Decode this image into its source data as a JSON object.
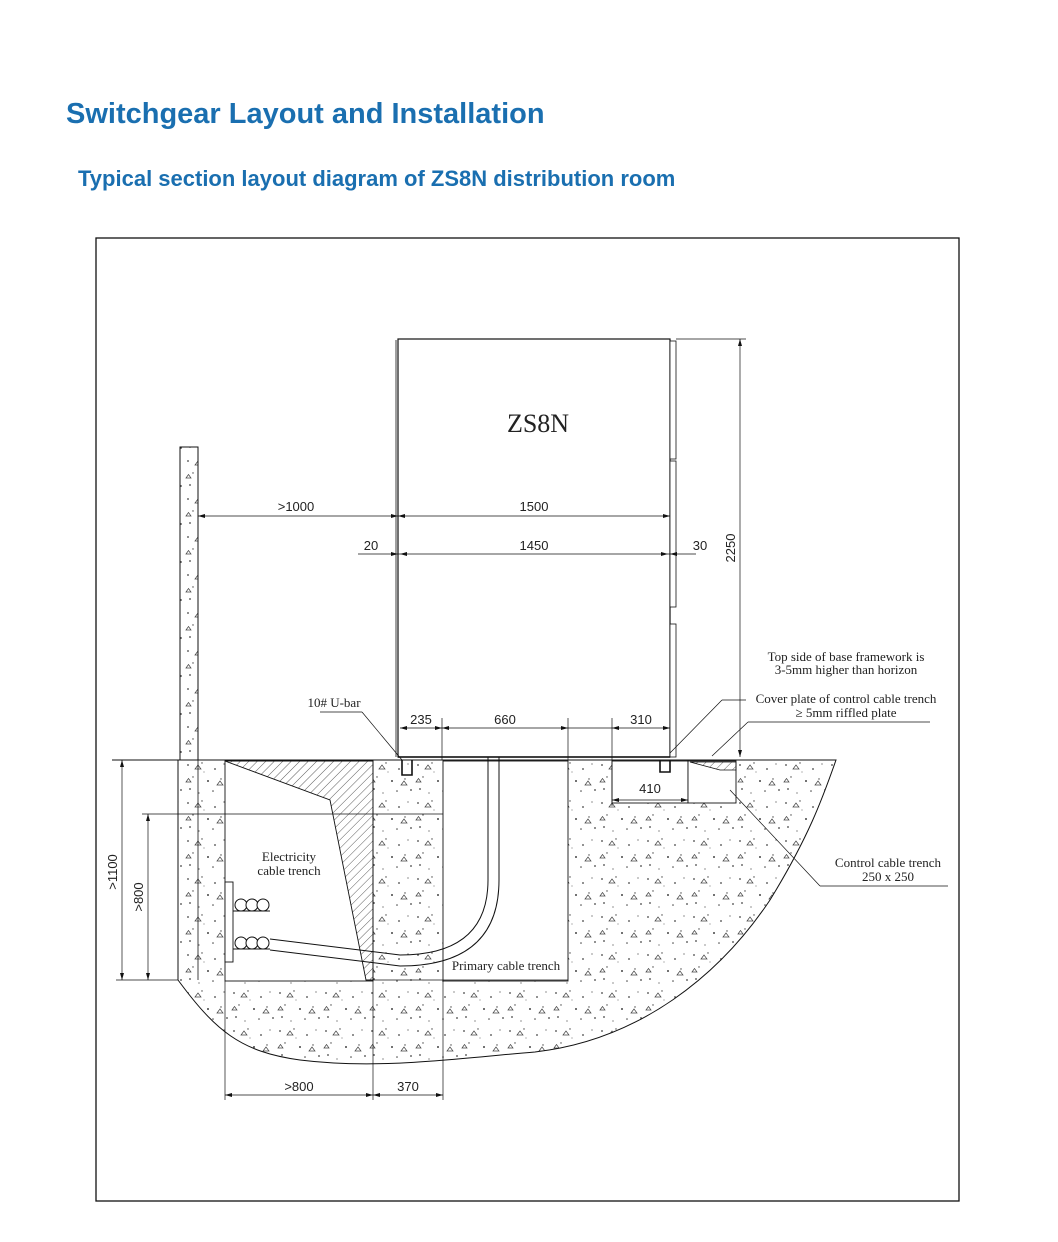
{
  "header": {
    "title": "Switchgear Layout and Installation",
    "subtitle": "Typical section layout diagram of ZS8N distribution room"
  },
  "diagram": {
    "unit_label": "ZS8N",
    "dimensions": {
      "wall_clearance": ">1000",
      "cabinet_depth": "1500",
      "front_offset": "20",
      "base_depth": "1450",
      "rear_offset": "30",
      "cabinet_height": "2250",
      "front_bar": "235",
      "primary_opening": "660",
      "rear_frame": "310",
      "control_trench_width": "410",
      "trench_depth": ">1100",
      "cable_trench_depth": ">800",
      "cable_trench_width": ">800",
      "wall_thickness": "370"
    },
    "labels": {
      "ubar": "10# U-bar",
      "electricity_trench_line1": "Electricity",
      "electricity_trench_line2": "cable trench",
      "primary_trench": "Primary cable trench",
      "base_note_line1": "Top side of base framework is",
      "base_note_line2": "3-5mm higher than horizon",
      "cover_note_line1": "Cover plate of control cable trench",
      "cover_note_line2": "≥ 5mm riffled plate",
      "control_trench_line1": "Control cable trench",
      "control_trench_line2": "250 x 250"
    }
  }
}
